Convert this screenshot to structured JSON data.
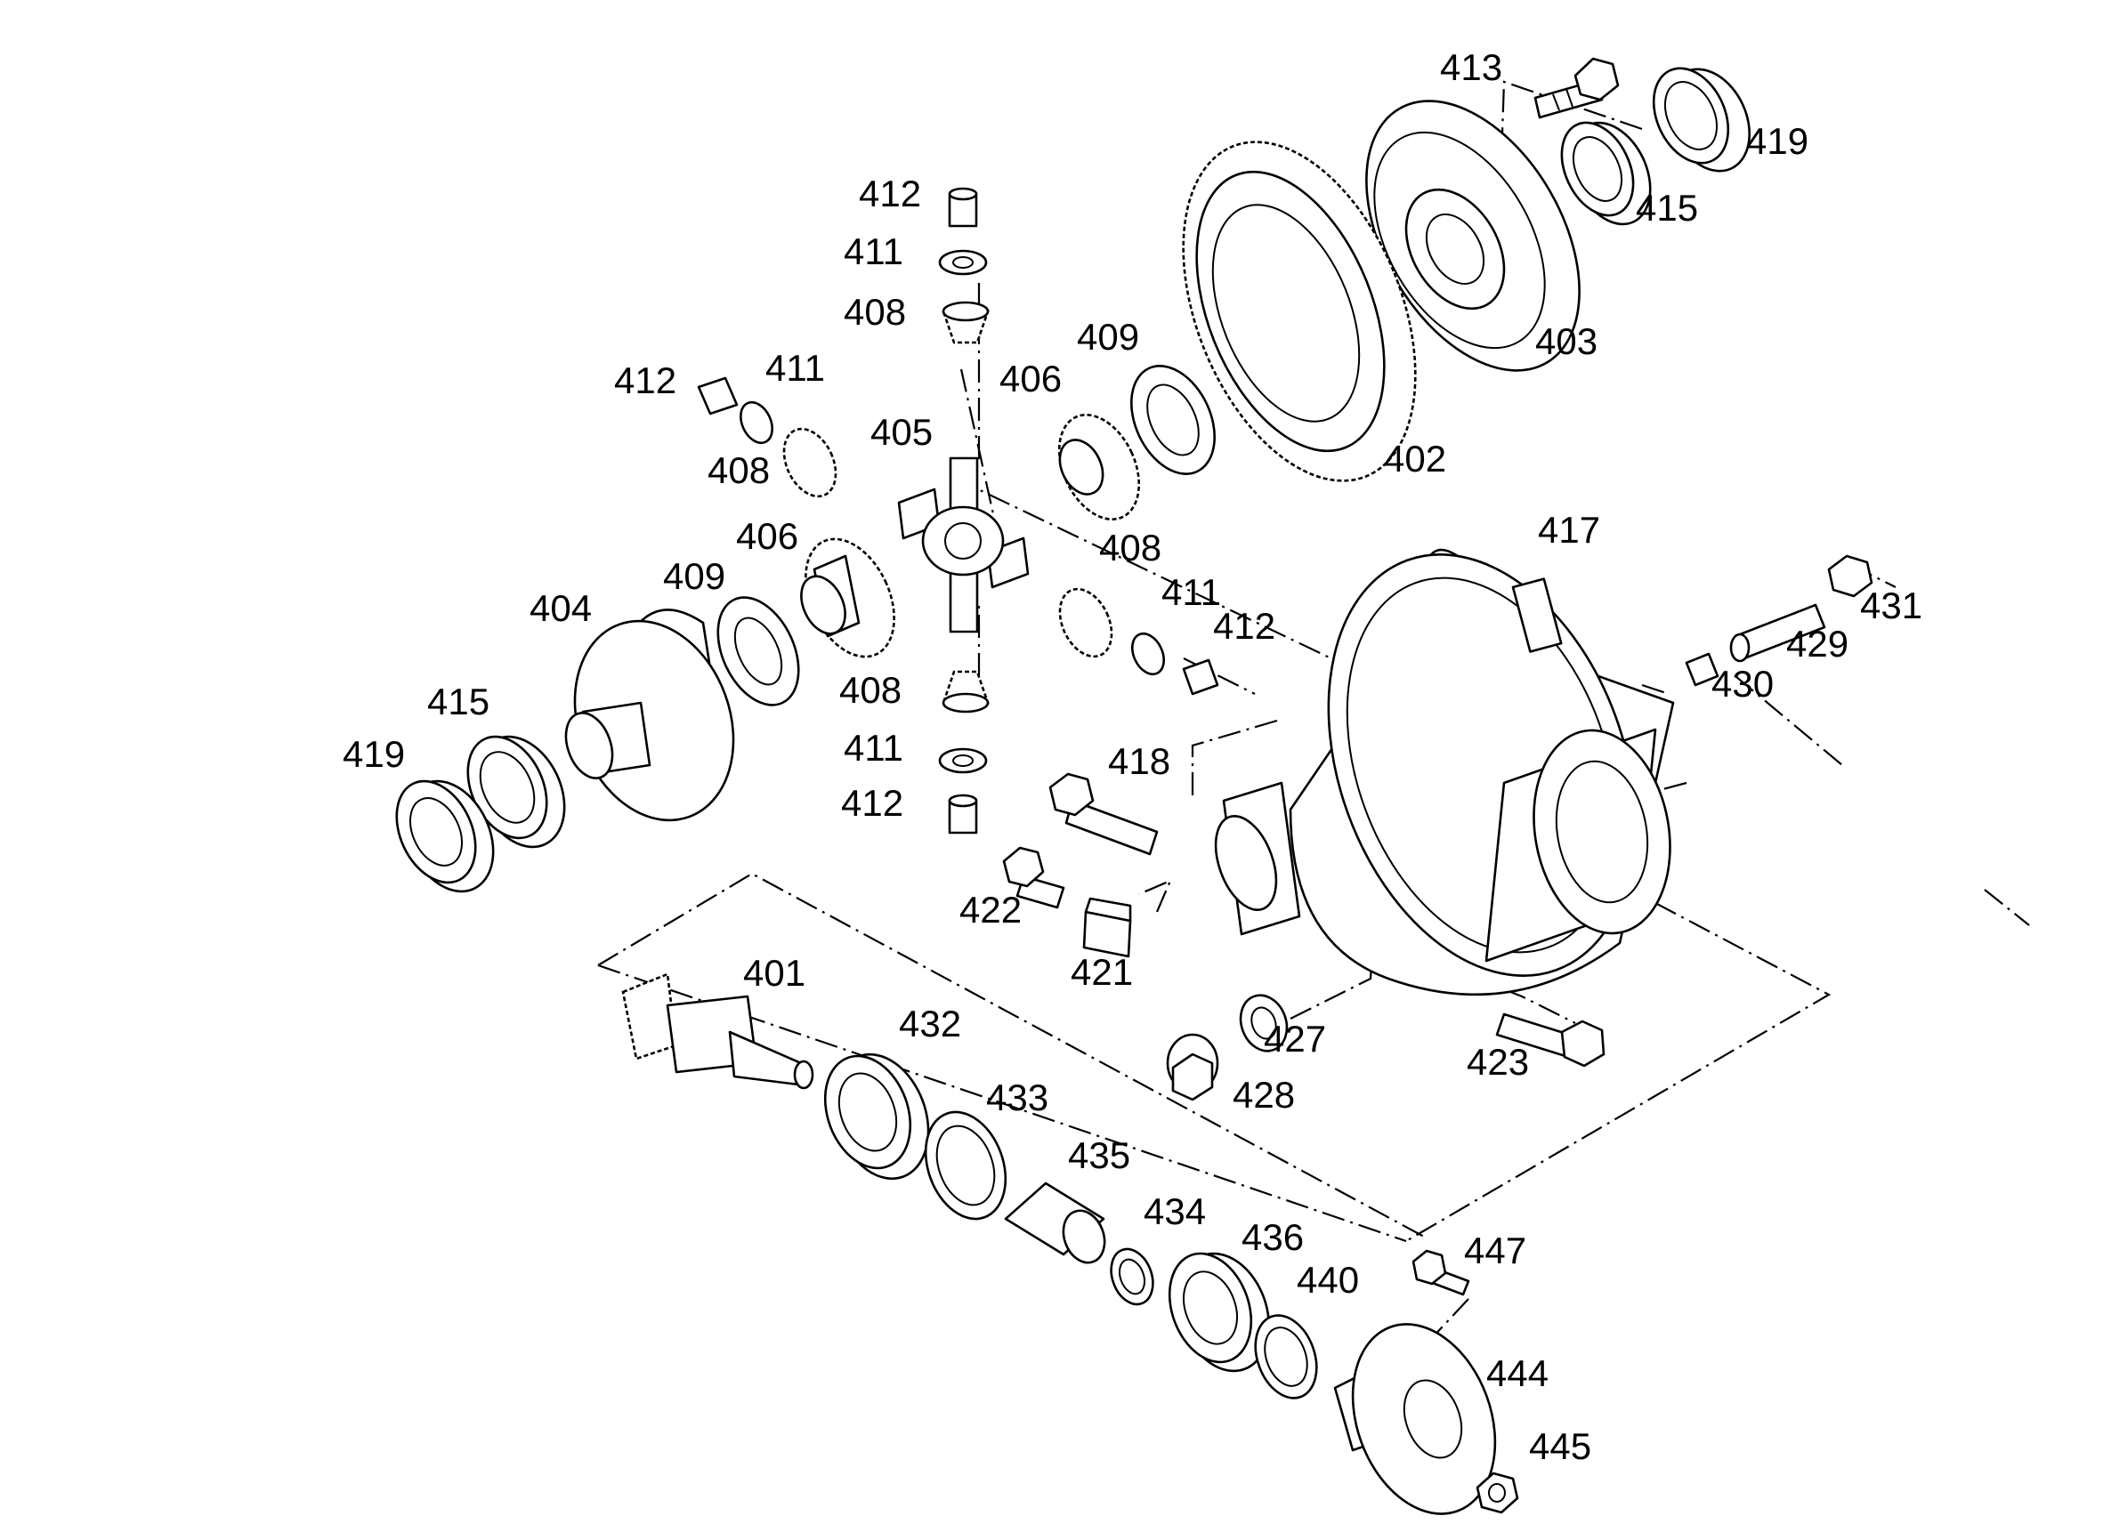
{
  "labels": {
    "p401": "401",
    "p402": "402",
    "p403": "403",
    "p404": "404",
    "p405": "405",
    "p406a": "406",
    "p406b": "406",
    "p408a": "408",
    "p408b": "408",
    "p408c": "408",
    "p408d": "408",
    "p409a": "409",
    "p409b": "409",
    "p411a": "411",
    "p411b": "411",
    "p411c": "411",
    "p411d": "411",
    "p412a": "412",
    "p412b": "412",
    "p412c": "412",
    "p412d": "412",
    "p413": "413",
    "p415a": "415",
    "p415b": "415",
    "p417": "417",
    "p418": "418",
    "p419a": "419",
    "p419b": "419",
    "p421": "421",
    "p422": "422",
    "p423": "423",
    "p427": "427",
    "p428": "428",
    "p429": "429",
    "p430": "430",
    "p431": "431",
    "p432": "432",
    "p433": "433",
    "p434": "434",
    "p435": "435",
    "p436": "436",
    "p440": "440",
    "p444": "444",
    "p445": "445",
    "p447": "447"
  }
}
